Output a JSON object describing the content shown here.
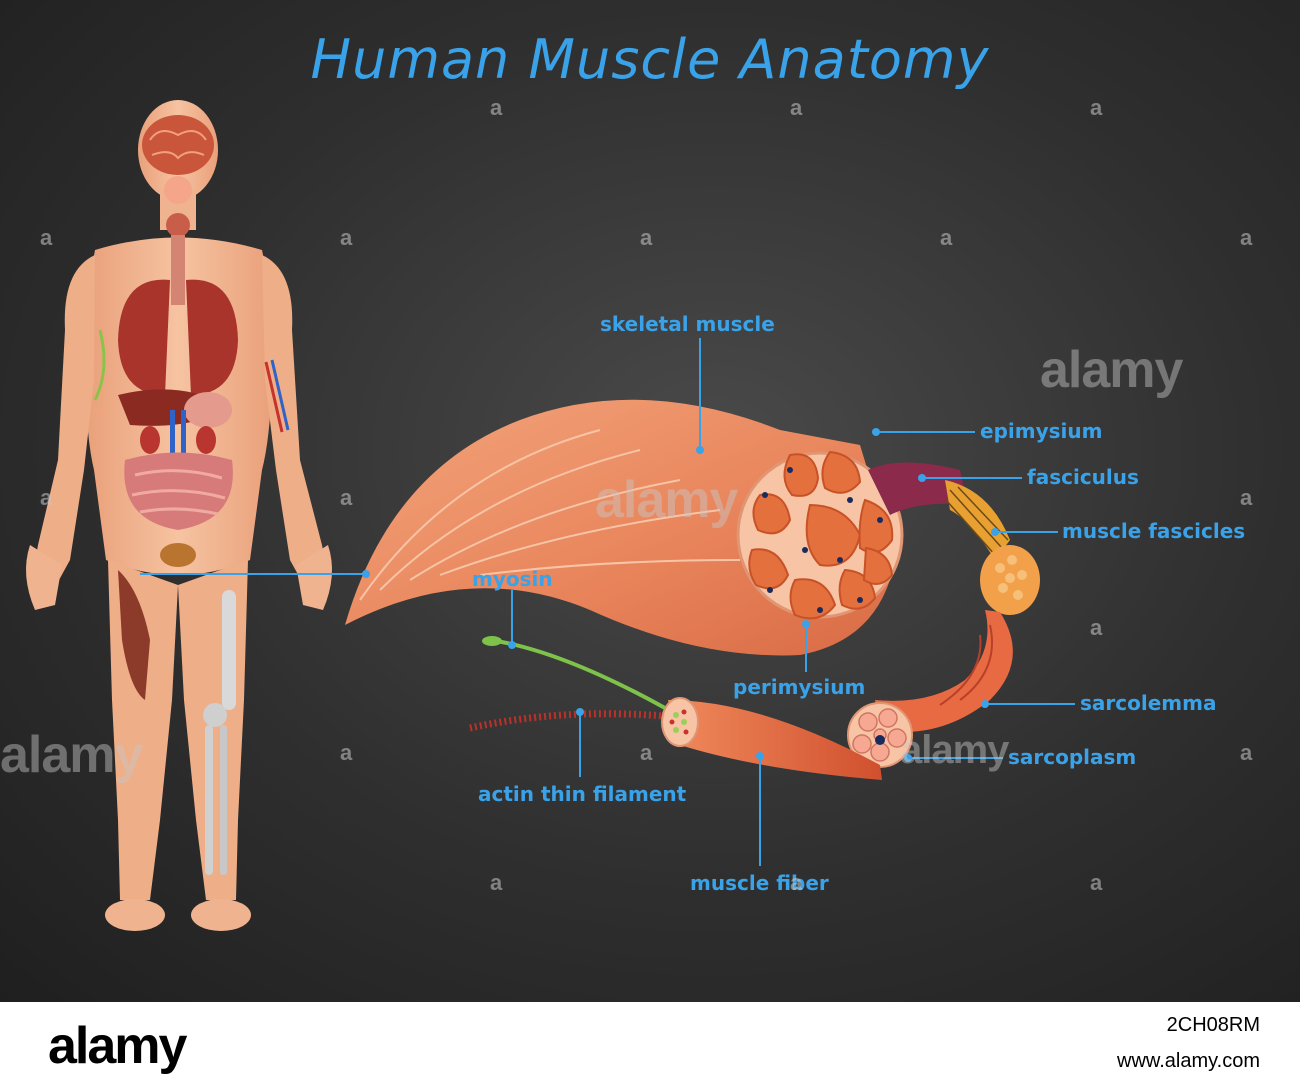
{
  "title": "Human Muscle Anatomy",
  "labels": {
    "skeletal_muscle": "skeletal muscle",
    "epimysium": "epimysium",
    "fasciculus": "fasciculus",
    "muscle_fascicles": "muscle fascicles",
    "myosin": "myosin",
    "perimysium": "perimysium",
    "sarcolemma": "sarcolemma",
    "sarcoplasm": "sarcoplasm",
    "actin_thin_filament": "actin thin filament",
    "muscle_fiber": "muscle fiber"
  },
  "watermark": {
    "small_mark": "a",
    "word": "alamy"
  },
  "footer": {
    "logo": "alamy",
    "image_id": "2CH08RM",
    "url": "www.alamy.com"
  },
  "colors": {
    "background": "#2f2f2f",
    "label_text": "#3aa2e8",
    "leader_line": "#3aa2e8",
    "skin": "#f2b48f",
    "muscle": "#e88a5c"
  }
}
